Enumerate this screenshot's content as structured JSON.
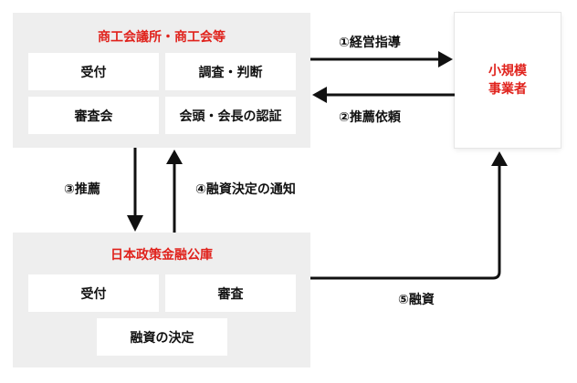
{
  "chamber": {
    "title": "商工会議所・商工会等",
    "boxes": {
      "reception": "受付",
      "investigation": "調査・判断",
      "examination": "審査会",
      "approval": "会頭・会長の認証"
    }
  },
  "jfc": {
    "title": "日本政策金融公庫",
    "boxes": {
      "reception": "受付",
      "examination": "審査",
      "decision": "融資の決定"
    }
  },
  "business": {
    "title_line1": "小規模",
    "title_line2": "事業者"
  },
  "flows": {
    "step1": "①経営指導",
    "step2": "②推薦依頼",
    "step3": "③推薦",
    "step4": "④融資決定の通知",
    "step5": "⑤融資"
  },
  "colors": {
    "accent": "#e0221c",
    "panel": "#eeeeee",
    "arrow": "#111111"
  }
}
